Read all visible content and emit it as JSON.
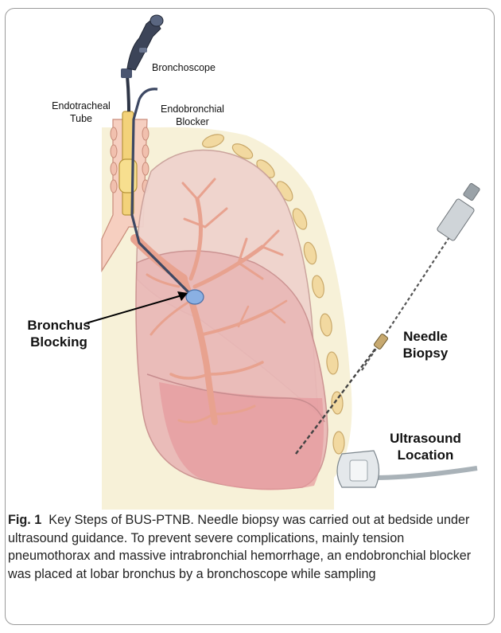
{
  "figure": {
    "labels": {
      "bronchoscope": "Bronchoscope",
      "endotracheal_tube_line1": "Endotracheal",
      "endotracheal_tube_line2": "Tube",
      "endobronchial_blocker_line1": "Endobronchial",
      "endobronchial_blocker_line2": "Blocker",
      "bronchus_blocking_line1": "Bronchus",
      "bronchus_blocking_line2": "Blocking",
      "needle_biopsy_line1": "Needle",
      "needle_biopsy_line2": "Biopsy",
      "ultrasound_location_line1": "Ultrasound",
      "ultrasound_location_line2": "Location"
    }
  },
  "caption": {
    "label": "Fig. 1",
    "text": "Key Steps of BUS-PTNB. Needle biopsy was carried out at bedside under ultrasound guidance. To prevent severe complications, mainly tension pneumothorax and massive intrabronchial hemorrhage, an endobronchial blocker was placed at lobar bronchus by a bronchoscope while sampling"
  }
}
